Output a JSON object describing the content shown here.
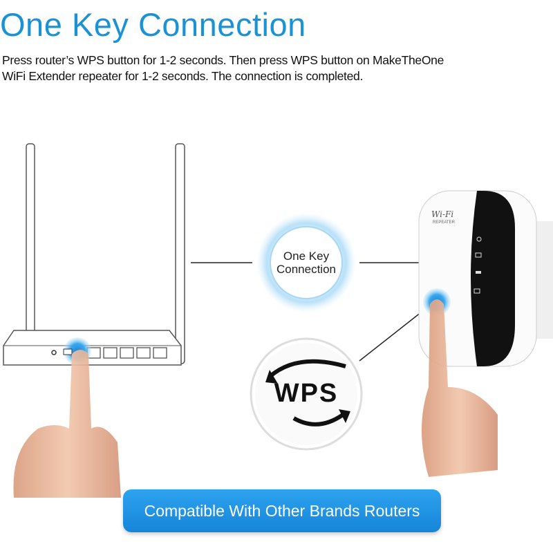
{
  "title": "One Key Connection",
  "description": {
    "line1": "Press router’s WPS button for 1-2 seconds. Then press WPS button on MakeTheOne",
    "line2": "WiFi Extender repeater for 1-2 seconds. The connection is completed."
  },
  "center_badge": {
    "line1": "One Key",
    "line2": "Connection"
  },
  "wps_badge": "WPS",
  "extender": {
    "brand": "Wi-Fi",
    "sub": "REPEATER"
  },
  "compat_button": "Compatible With Other Brands Routers",
  "colors": {
    "accent": "#1a93d6",
    "button": "#1c8fe0",
    "skin": "#e9b89a"
  }
}
